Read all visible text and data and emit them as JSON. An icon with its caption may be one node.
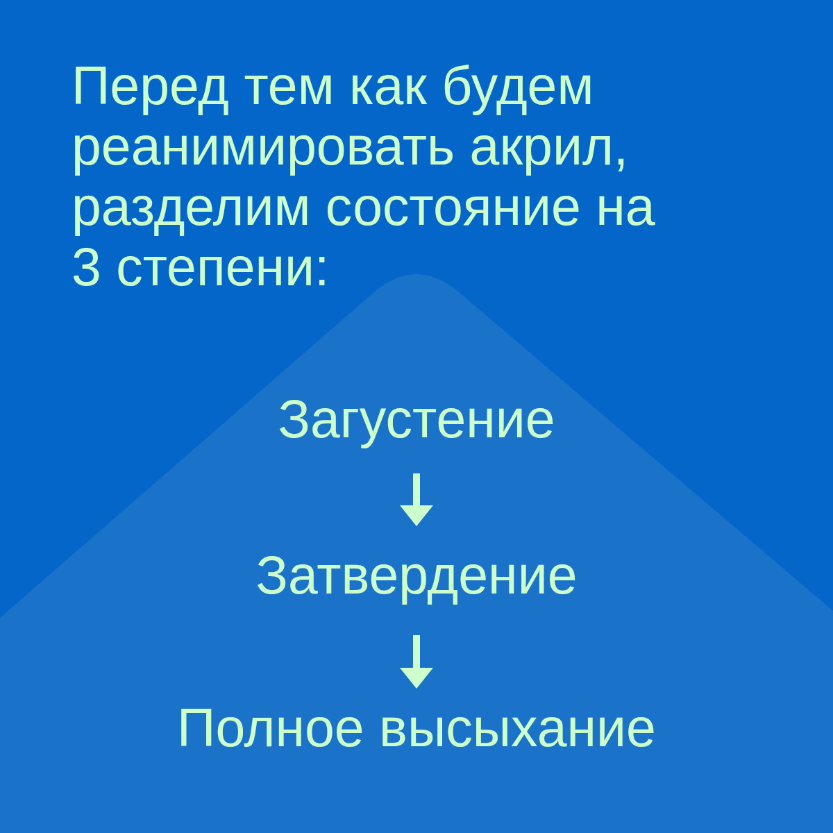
{
  "diagram": {
    "title": "Перед тем как будем реанимировать акрил, разделим состояние на 3 степени:",
    "nodes": [
      {
        "text": [
          "Загустение"
        ]
      },
      {
        "text": [
          "Затвердение"
        ]
      },
      {
        "text": [
          "Полное высыхание"
        ]
      }
    ],
    "edges": [
      {
        "from": 0,
        "to": 1,
        "arrow": "to"
      },
      {
        "from": 1,
        "to": 2,
        "arrow": "to"
      }
    ]
  }
}
